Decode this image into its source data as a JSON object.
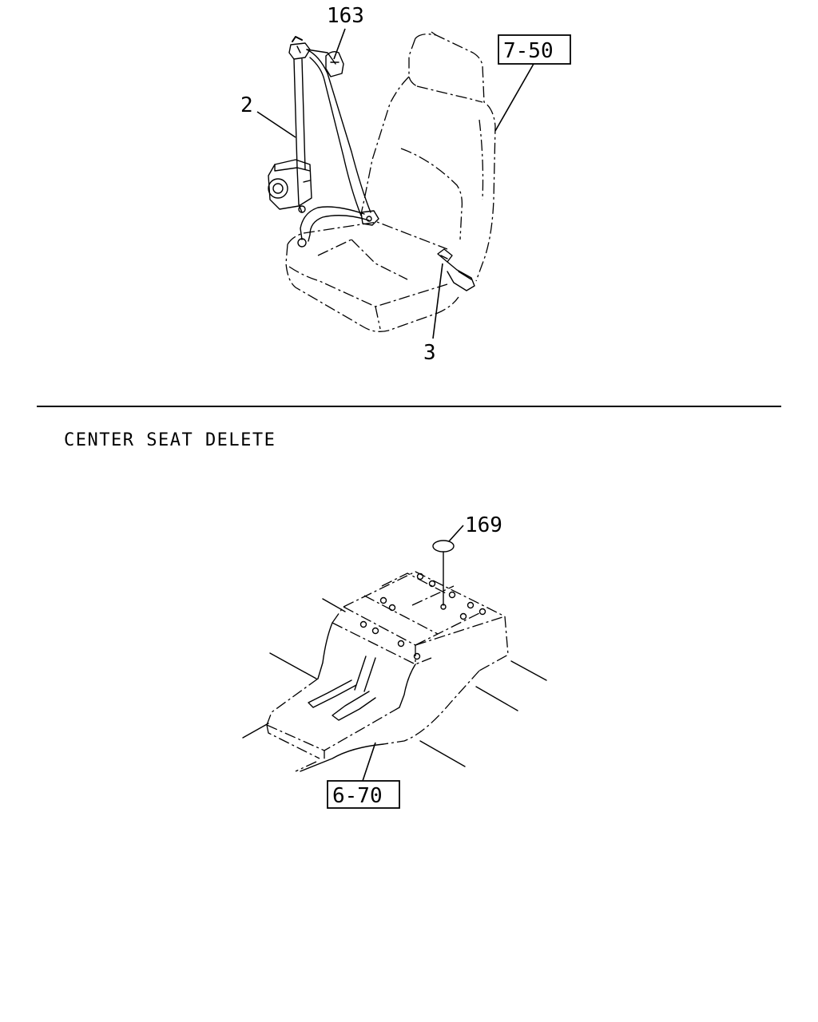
{
  "upper_figure": {
    "callouts": {
      "part_163": "163",
      "part_2": "2",
      "part_3": "3",
      "ref_7_50": "7-50"
    }
  },
  "divider": {
    "section_label": "CENTER SEAT DELETE"
  },
  "lower_figure": {
    "callouts": {
      "part_169": "169",
      "ref_6_70": "6-70"
    }
  }
}
